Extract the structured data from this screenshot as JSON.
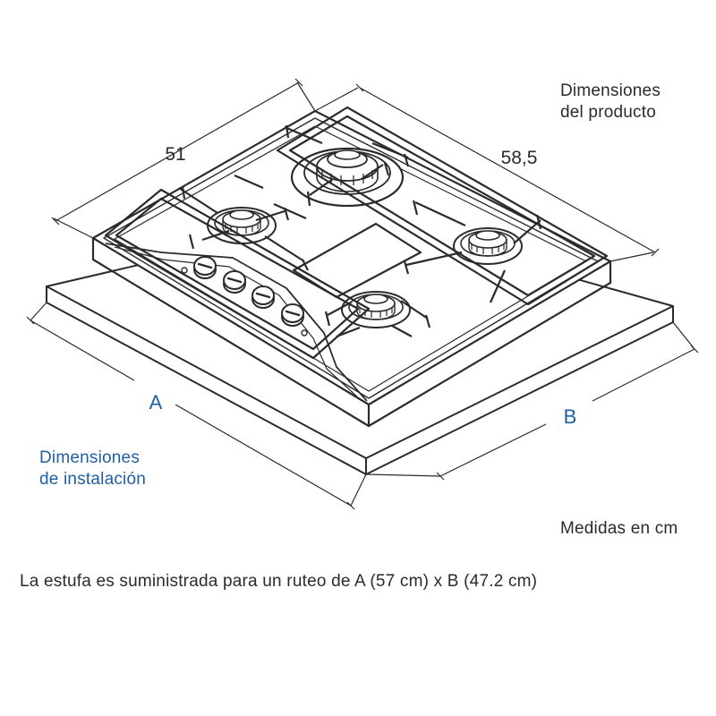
{
  "labels": {
    "product_line1": "Dimensiones",
    "product_line2": "del producto",
    "install_line1": "Dimensiones",
    "install_line2": "de instalación",
    "measure_unit": "Medidas en cm",
    "note": "La estufa es suministrada para un ruteo de A (57 cm) x B (47.2 cm)"
  },
  "dimensions": {
    "product_width": "51",
    "product_depth": "58,5",
    "cutout_a": "A",
    "cutout_b": "B"
  },
  "colors": {
    "line": "#2b2b2b",
    "accent": "#1f5fa6"
  }
}
